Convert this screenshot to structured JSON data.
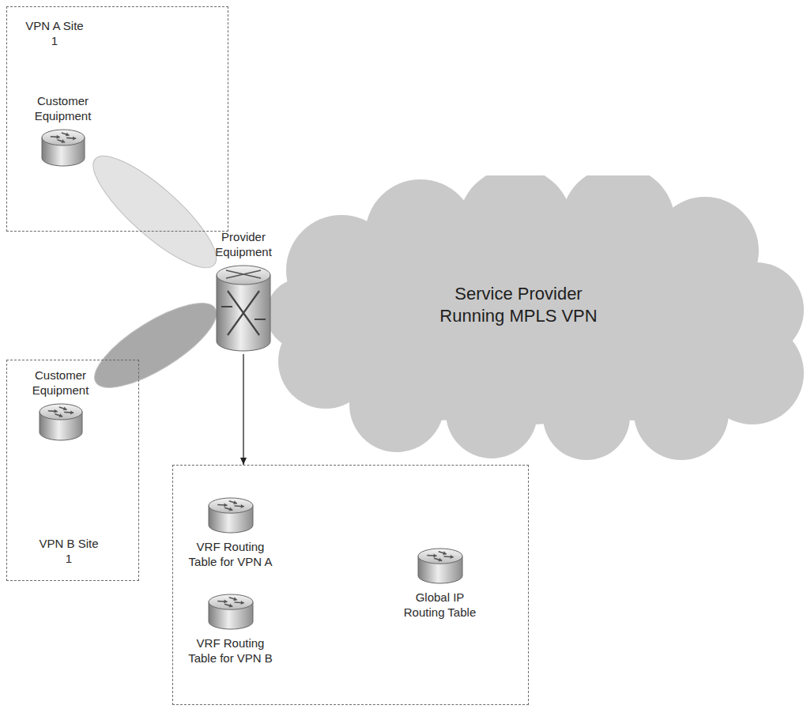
{
  "diagram": {
    "nodes": [
      {
        "text": [
          "VPN A Site 1"
        ]
      },
      {
        "text": [
          "Customer Equipment"
        ],
        "in": 0
      },
      {
        "text": [
          "Provider Equipment"
        ]
      },
      {
        "text": [
          "Service Provider Running MPLS VPN"
        ]
      },
      {
        "text": [
          "VPN B Site 1"
        ]
      },
      {
        "text": [
          "Customer Equipment"
        ],
        "in": 4
      },
      {
        "text": []
      },
      {
        "text": [
          "VRF Routing Table for VPN A"
        ],
        "in": 6
      },
      {
        "text": [
          "Global IP Routing Table"
        ],
        "in": 6
      },
      {
        "text": [
          "VRF Routing Table for VPN B"
        ],
        "in": 6
      }
    ],
    "edges": [
      {
        "from": 1,
        "to": 2,
        "arrow": "none"
      },
      {
        "from": 5,
        "to": 2,
        "arrow": "none"
      },
      {
        "from": 2,
        "to": 6,
        "arrow": "to"
      }
    ]
  }
}
